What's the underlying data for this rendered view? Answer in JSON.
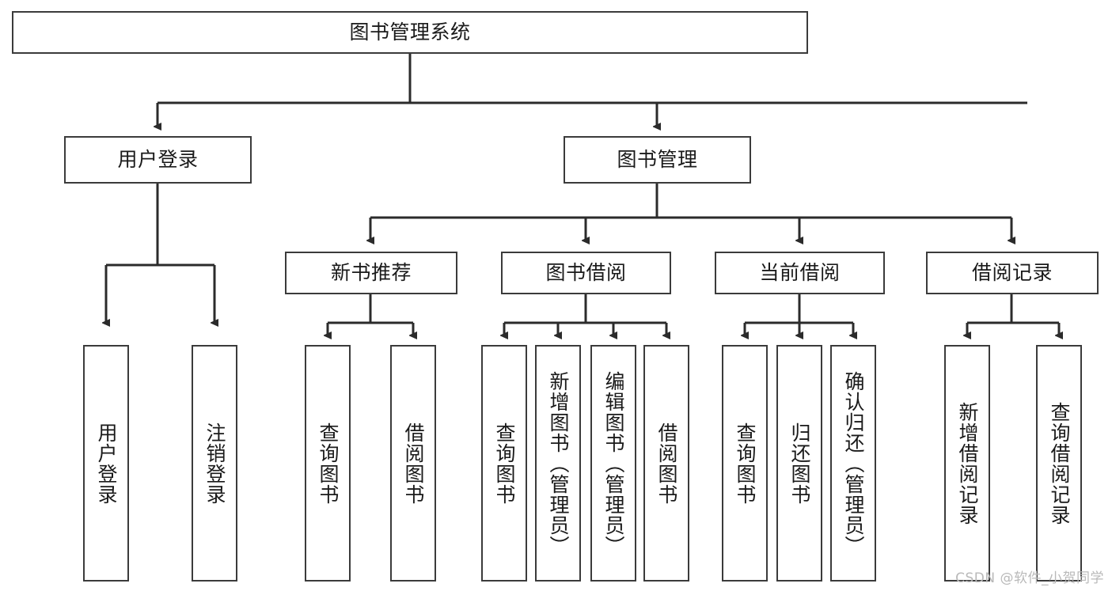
{
  "diagram": {
    "title": "图书管理系统",
    "type": "tree-hierarchy",
    "watermark": "CSDN @软件_小贺同学",
    "colors": {
      "box_border": "#3b3b3b",
      "box_fill": "#ffffff",
      "connector": "#2b2b2b",
      "text": "#1a1a1a",
      "watermark": "#b9b9b9"
    },
    "levels": {
      "root": {
        "label": "图书管理系统"
      },
      "level1": [
        {
          "label": "用户登录"
        },
        {
          "label": "图书管理"
        }
      ],
      "level2": [
        {
          "label": "新书推荐"
        },
        {
          "label": "图书借阅"
        },
        {
          "label": "当前借阅"
        },
        {
          "label": "借阅记录"
        }
      ],
      "leaves": {
        "user_login": [
          {
            "label": "用户登录"
          },
          {
            "label": "注销登录"
          }
        ],
        "new_book_recommend": [
          {
            "label": "查询图书"
          },
          {
            "label": "借阅图书"
          }
        ],
        "book_borrow": [
          {
            "label": "查询图书"
          },
          {
            "label": "新增图书（管理员）"
          },
          {
            "label": "编辑图书（管理员）"
          },
          {
            "label": "借阅图书"
          }
        ],
        "current_borrow": [
          {
            "label": "查询图书"
          },
          {
            "label": "归还图书"
          },
          {
            "label": "确认归还（管理员）"
          }
        ],
        "borrow_record": [
          {
            "label": "新增借阅记录"
          },
          {
            "label": "查询借阅记录"
          }
        ]
      }
    }
  }
}
